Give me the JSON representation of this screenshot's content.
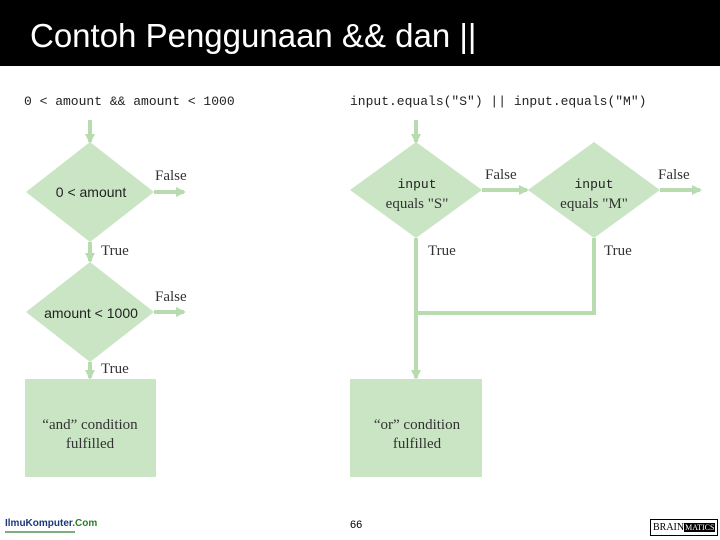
{
  "slide": {
    "title": "Contoh Penggunaan && dan ||",
    "page_number": "66"
  },
  "colors": {
    "title_bar": "#000000",
    "shape_fill": "#c9e5c3",
    "connector": "#b8dcb0"
  },
  "left_flowchart": {
    "expression": "0 < amount && amount < 1000",
    "decision1": "0 < amount",
    "decision2": "amount < 1000",
    "false_label": "False",
    "true_label": "True",
    "result": [
      "“and” condition",
      "fulfilled"
    ]
  },
  "right_flowchart": {
    "expression": "input.equals(\"S\") || input.equals(\"M\")",
    "decision1": [
      "input",
      "equals \"S\""
    ],
    "decision2": [
      "input",
      "equals \"M\""
    ],
    "false_label": "False",
    "true_label": "True",
    "result": [
      "“or” condition",
      "fulfilled"
    ]
  },
  "footer": {
    "left_logo": {
      "brand_a": "IlmuKomputer",
      "brand_b": ".Com"
    },
    "right_logo": {
      "brand_a": "BRAIN",
      "brand_b": "MATICS"
    }
  }
}
